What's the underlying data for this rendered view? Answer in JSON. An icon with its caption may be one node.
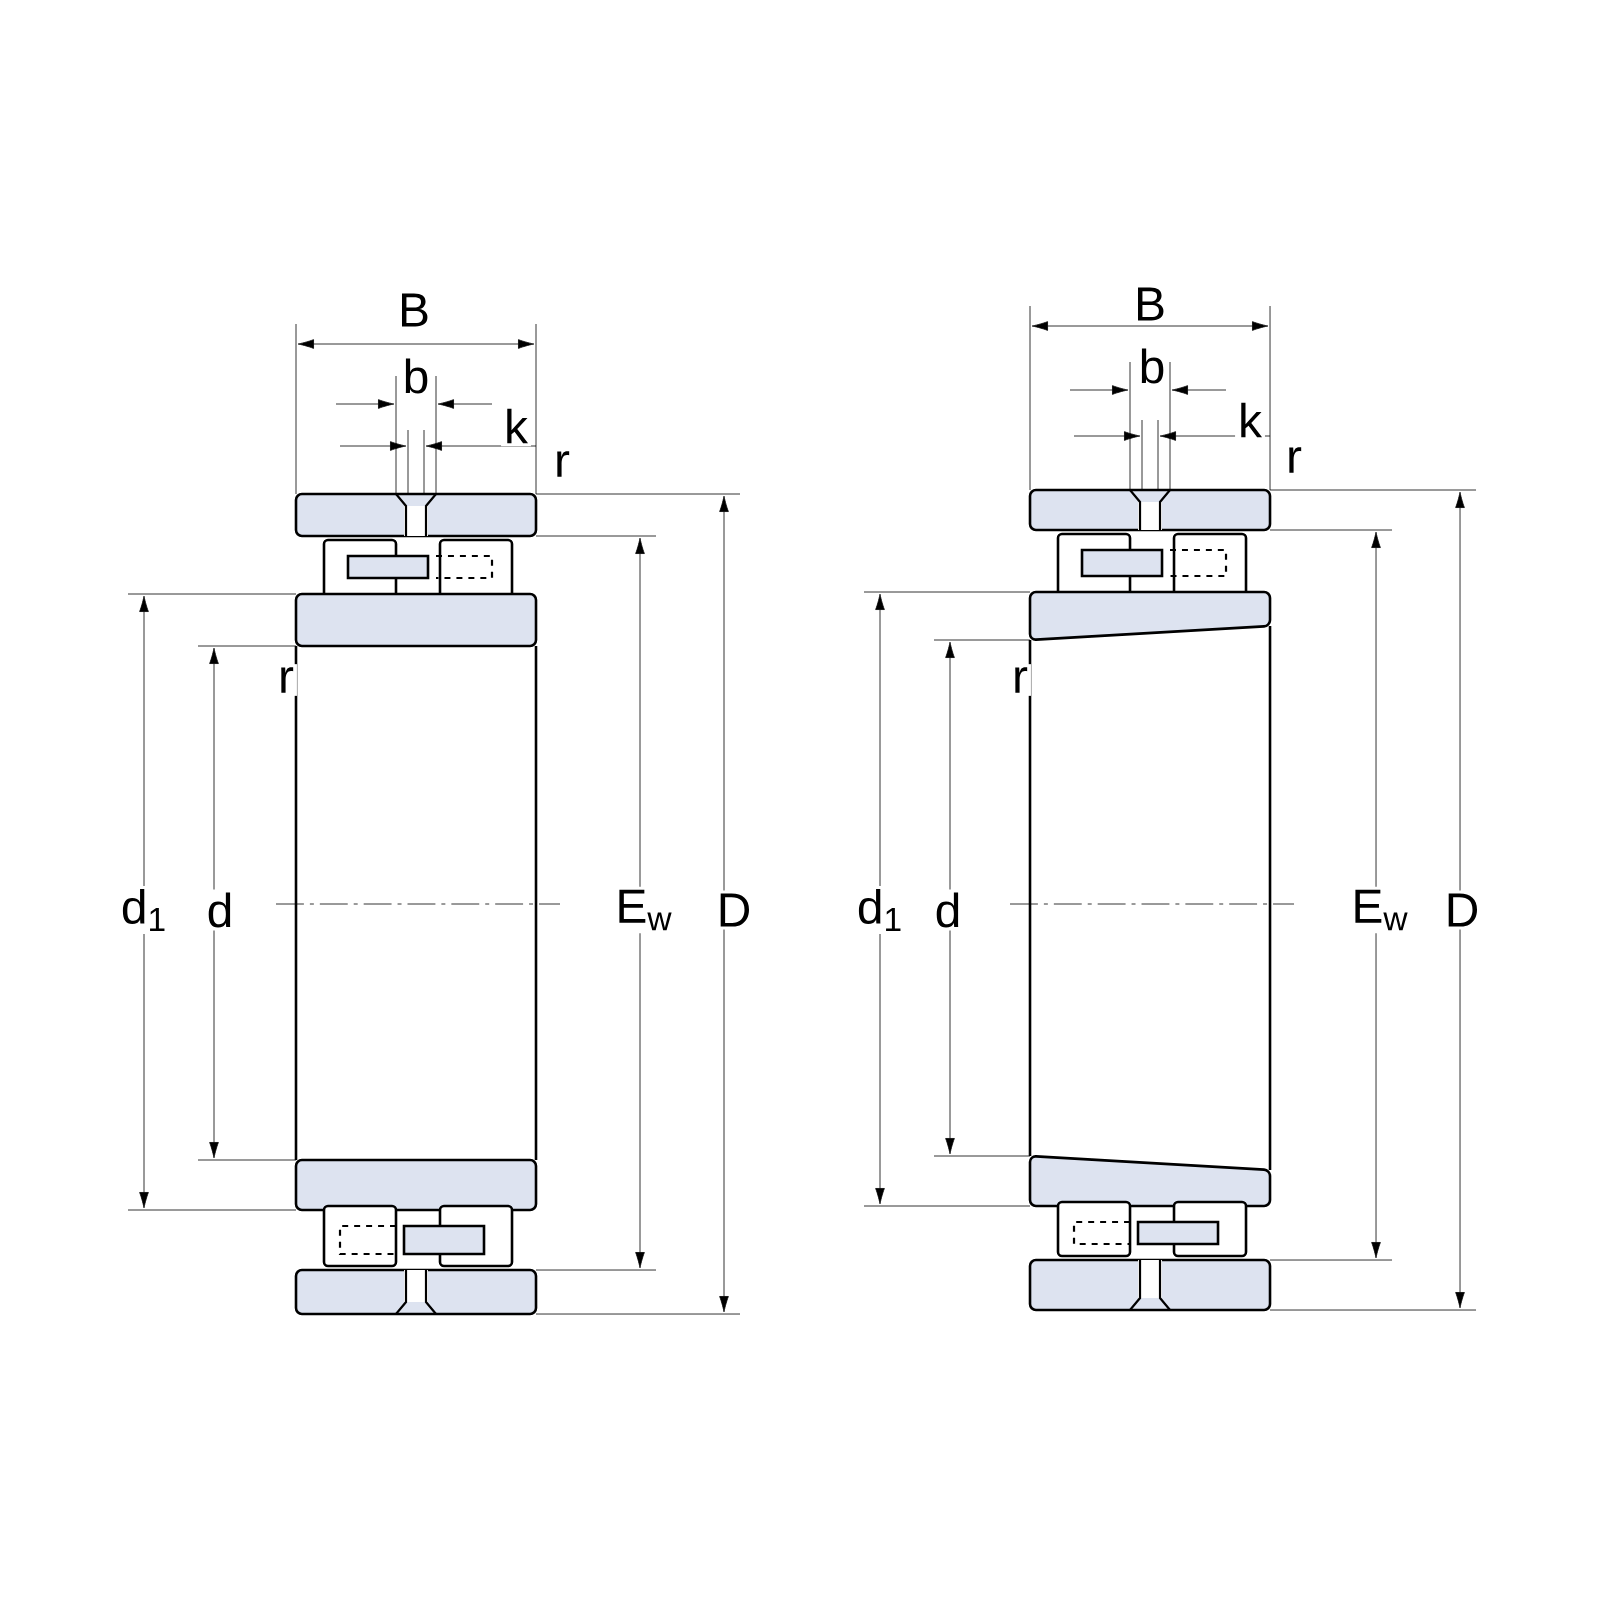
{
  "diagram": {
    "labels": [
      "B",
      "b",
      "k",
      "r",
      "r",
      "d$_{1}$",
      "d",
      "E$_{w}$",
      "D",
      "B",
      "b",
      "k",
      "r",
      "r",
      "d$_{1}$",
      "d",
      "E$_{w}$",
      "D"
    ]
  }
}
